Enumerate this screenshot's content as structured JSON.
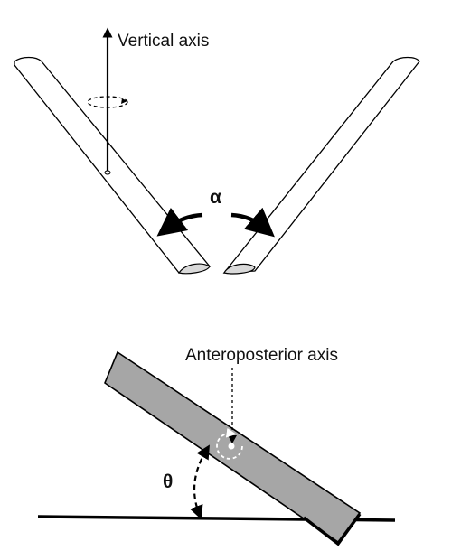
{
  "top_diagram": {
    "axis_label": "Vertical axis",
    "angle_symbol": "α"
  },
  "bottom_diagram": {
    "axis_label": "Anteroposterior axis",
    "angle_symbol": "θ"
  },
  "colors": {
    "stroke": "#000000",
    "bar_fill": "#a6a6a6",
    "blade_fill": "#ffffff",
    "edge_fill": "#d9d9d9",
    "marker": "#ffffff"
  },
  "icons": [
    "rotation-arrow-icon",
    "arrow-head-icon"
  ]
}
